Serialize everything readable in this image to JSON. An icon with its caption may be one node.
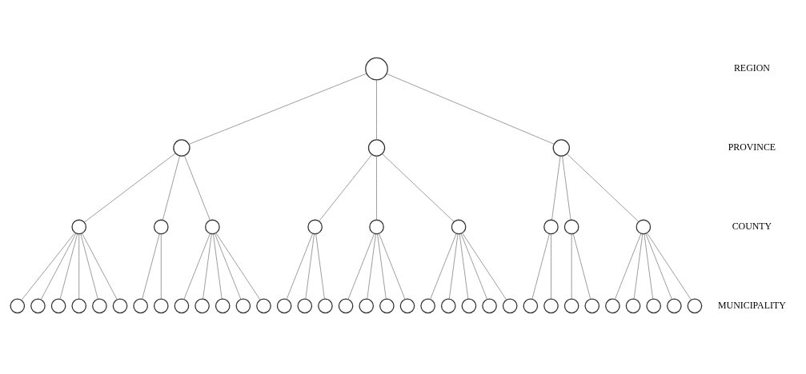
{
  "diagram": {
    "nodes": [
      {
        "text": [],
        "shape": "circle"
      },
      {
        "text": [],
        "shape": "circle"
      },
      {
        "text": [],
        "shape": "circle"
      },
      {
        "text": [],
        "shape": "circle"
      },
      {
        "text": [],
        "shape": "circle"
      },
      {
        "text": [],
        "shape": "circle"
      },
      {
        "text": [],
        "shape": "circle"
      },
      {
        "text": [],
        "shape": "circle"
      },
      {
        "text": [],
        "shape": "circle"
      },
      {
        "text": [],
        "shape": "circle"
      },
      {
        "text": [],
        "shape": "circle"
      },
      {
        "text": [],
        "shape": "circle"
      },
      {
        "text": [],
        "shape": "circle"
      },
      {
        "text": [],
        "shape": "circle"
      },
      {
        "text": [],
        "shape": "circle"
      },
      {
        "text": [],
        "shape": "circle"
      },
      {
        "text": [],
        "shape": "circle"
      },
      {
        "text": [],
        "shape": "circle"
      },
      {
        "text": [],
        "shape": "circle"
      },
      {
        "text": [],
        "shape": "circle"
      },
      {
        "text": [],
        "shape": "circle"
      },
      {
        "text": [],
        "shape": "circle"
      },
      {
        "text": [],
        "shape": "circle"
      },
      {
        "text": [],
        "shape": "circle"
      },
      {
        "text": [],
        "shape": "circle"
      },
      {
        "text": [],
        "shape": "circle"
      },
      {
        "text": [],
        "shape": "circle"
      },
      {
        "text": [],
        "shape": "circle"
      },
      {
        "text": [],
        "shape": "circle"
      },
      {
        "text": [],
        "shape": "circle"
      },
      {
        "text": [],
        "shape": "circle"
      },
      {
        "text": [],
        "shape": "circle"
      },
      {
        "text": [],
        "shape": "circle"
      },
      {
        "text": [],
        "shape": "circle"
      },
      {
        "text": [],
        "shape": "circle"
      },
      {
        "text": [],
        "shape": "circle"
      },
      {
        "text": [],
        "shape": "circle"
      },
      {
        "text": [],
        "shape": "circle"
      },
      {
        "text": [],
        "shape": "circle"
      },
      {
        "text": [],
        "shape": "circle"
      },
      {
        "text": [],
        "shape": "circle"
      },
      {
        "text": [],
        "shape": "circle"
      },
      {
        "text": [],
        "shape": "circle"
      },
      {
        "text": [],
        "shape": "circle"
      },
      {
        "text": [],
        "shape": "circle"
      },
      {
        "text": [],
        "shape": "circle"
      },
      {
        "text": [],
        "shape": "circle"
      }
    ],
    "edges": [
      {
        "from": 0,
        "to": 1,
        "arrow": "none"
      },
      {
        "from": 0,
        "to": 2,
        "arrow": "none"
      },
      {
        "from": 0,
        "to": 3,
        "arrow": "none"
      },
      {
        "from": 1,
        "to": 4,
        "arrow": "none"
      },
      {
        "from": 1,
        "to": 5,
        "arrow": "none"
      },
      {
        "from": 1,
        "to": 6,
        "arrow": "none"
      },
      {
        "from": 2,
        "to": 7,
        "arrow": "none"
      },
      {
        "from": 2,
        "to": 8,
        "arrow": "none"
      },
      {
        "from": 2,
        "to": 9,
        "arrow": "none"
      },
      {
        "from": 3,
        "to": 10,
        "arrow": "none"
      },
      {
        "from": 3,
        "to": 11,
        "arrow": "none"
      },
      {
        "from": 3,
        "to": 12,
        "arrow": "none"
      },
      {
        "from": 4,
        "to": 13,
        "arrow": "none"
      },
      {
        "from": 4,
        "to": 14,
        "arrow": "none"
      },
      {
        "from": 4,
        "to": 15,
        "arrow": "none"
      },
      {
        "from": 4,
        "to": 16,
        "arrow": "none"
      },
      {
        "from": 4,
        "to": 17,
        "arrow": "none"
      },
      {
        "from": 4,
        "to": 18,
        "arrow": "none"
      },
      {
        "from": 5,
        "to": 19,
        "arrow": "none"
      },
      {
        "from": 5,
        "to": 20,
        "arrow": "none"
      },
      {
        "from": 6,
        "to": 21,
        "arrow": "none"
      },
      {
        "from": 6,
        "to": 22,
        "arrow": "none"
      },
      {
        "from": 6,
        "to": 23,
        "arrow": "none"
      },
      {
        "from": 6,
        "to": 24,
        "arrow": "none"
      },
      {
        "from": 6,
        "to": 25,
        "arrow": "none"
      },
      {
        "from": 7,
        "to": 26,
        "arrow": "none"
      },
      {
        "from": 7,
        "to": 27,
        "arrow": "none"
      },
      {
        "from": 7,
        "to": 28,
        "arrow": "none"
      },
      {
        "from": 8,
        "to": 29,
        "arrow": "none"
      },
      {
        "from": 8,
        "to": 30,
        "arrow": "none"
      },
      {
        "from": 8,
        "to": 31,
        "arrow": "none"
      },
      {
        "from": 8,
        "to": 32,
        "arrow": "none"
      },
      {
        "from": 9,
        "to": 33,
        "arrow": "none"
      },
      {
        "from": 9,
        "to": 34,
        "arrow": "none"
      },
      {
        "from": 9,
        "to": 35,
        "arrow": "none"
      },
      {
        "from": 9,
        "to": 36,
        "arrow": "none"
      },
      {
        "from": 9,
        "to": 37,
        "arrow": "none"
      },
      {
        "from": 10,
        "to": 38,
        "arrow": "none"
      },
      {
        "from": 10,
        "to": 39,
        "arrow": "none"
      },
      {
        "from": 11,
        "to": 40,
        "arrow": "none"
      },
      {
        "from": 11,
        "to": 41,
        "arrow": "none"
      },
      {
        "from": 12,
        "to": 42,
        "arrow": "none"
      },
      {
        "from": 12,
        "to": 43,
        "arrow": "none"
      },
      {
        "from": 12,
        "to": 44,
        "arrow": "none"
      },
      {
        "from": 12,
        "to": 45,
        "arrow": "none"
      },
      {
        "from": 12,
        "to": 46,
        "arrow": "none"
      }
    ],
    "labels": [
      "REGION",
      "PROVINCE",
      "COUNTY",
      "MUNICIPALITY"
    ]
  }
}
